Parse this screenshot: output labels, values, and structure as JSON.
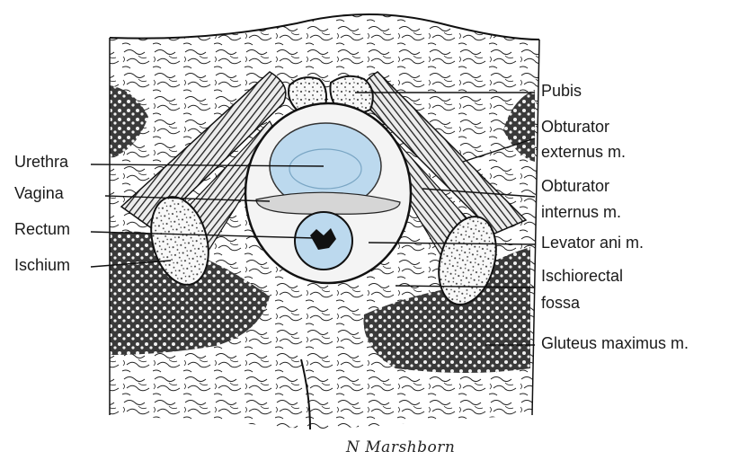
{
  "figure": {
    "labels_left": {
      "urethra": "Urethra",
      "vagina": "Vagina",
      "rectum": "Rectum",
      "ischium": "Ischium"
    },
    "labels_right": {
      "pubis": "Pubis",
      "obturator_externus_1": "Obturator",
      "obturator_externus_2": "externus m.",
      "obturator_internus_1": "Obturator",
      "obturator_internus_2": "internus m.",
      "levator_ani": "Levator ani m.",
      "ischiorectal_1": "Ischiorectal",
      "ischiorectal_2": "fossa",
      "gluteus_maximus": "Gluteus maximus m."
    },
    "signature": "N Marshborn",
    "colors": {
      "urethra_fill": "#bcd9ee",
      "line": "#1a1a1a",
      "muscle_dark": "#2a2a2a"
    }
  }
}
